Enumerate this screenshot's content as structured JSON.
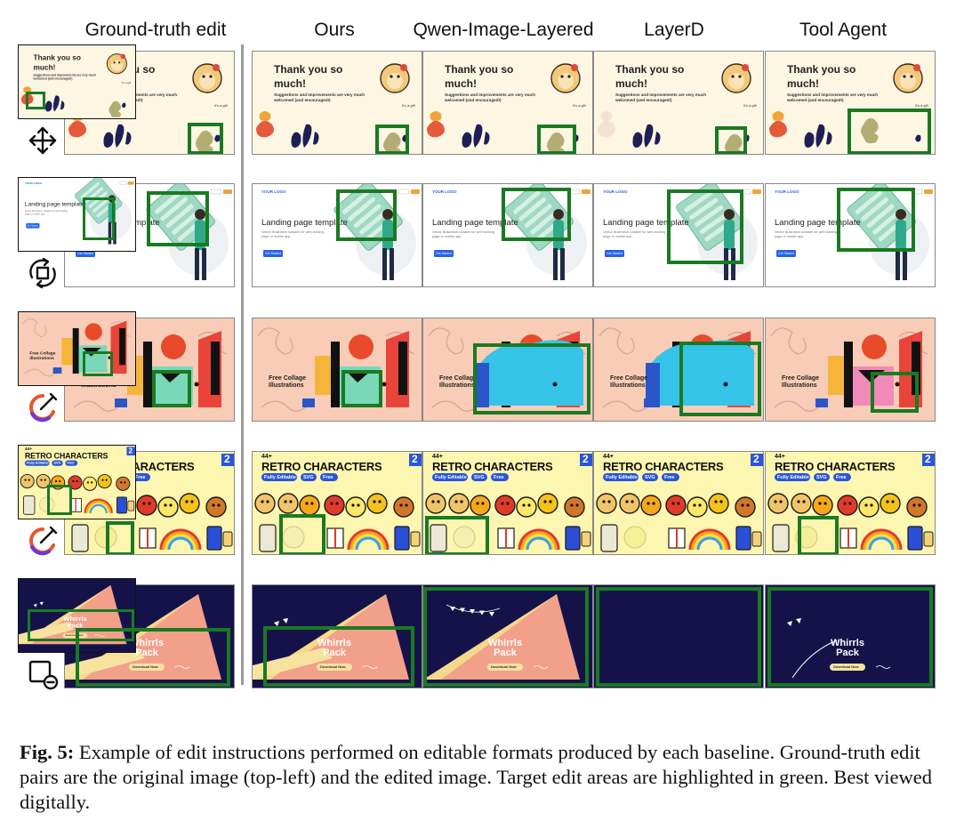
{
  "columns": [
    "Ground-truth edit",
    "Ours",
    "Qwen-Image-Layered",
    "LayerD",
    "Tool Agent"
  ],
  "rows": [
    {
      "id": "thanks",
      "operation": "move-icon",
      "title": "Thank you so much!",
      "subtitle": "Suggestions and improvements are very much welcomed (and encouraged!)",
      "tag": "It's a gift",
      "bg": "#fdf6e3"
    },
    {
      "id": "landing",
      "operation": "rotate-icon",
      "logo": "YOUR LOGO",
      "title": "Landing page template",
      "subtitle": "Vector illustration suitable for web landing page or mobile app",
      "cta": "Get Started",
      "bg": "#ffffff"
    },
    {
      "id": "collage",
      "operation": "recolor-icon",
      "title": "Free Collage Illustrations",
      "bg": "#f8ccb6"
    },
    {
      "id": "retro",
      "operation": "recolor-icon",
      "count": "44+",
      "title": "RETRO CHARACTERS",
      "badge": "2",
      "chips": [
        "Fully Editable",
        "SVG",
        "Free"
      ],
      "bg": "#fcf6b0"
    },
    {
      "id": "whirrls",
      "operation": "delete-icon",
      "title": "Whirrls Pack",
      "cta": "Download Now",
      "bg": "#15124a"
    }
  ],
  "caption": {
    "label": "Fig. 5:",
    "text": "Example of edit instructions performed on editable formats produced by each baseline. Ground-truth edit pairs are the original image (top-left) and the edited image. Target edit areas are highlighted in green. Best viewed digitally."
  },
  "colors": {
    "highlight": "#1a7a22",
    "divider": "#9a9a9a"
  }
}
